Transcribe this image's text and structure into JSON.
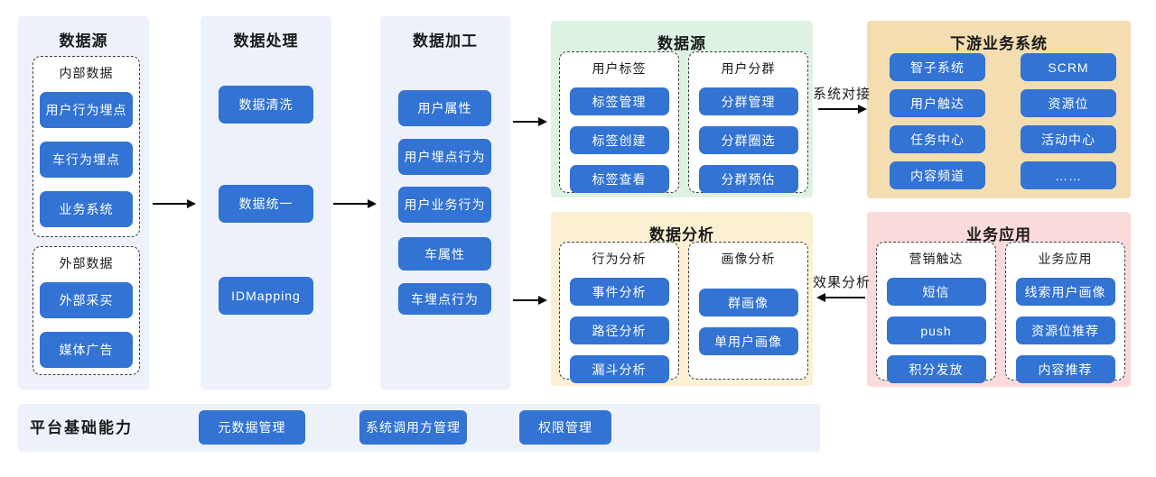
{
  "colors": {
    "node_blue": "#3273D4",
    "panel_blue": "#EDF1FA",
    "green": "#DEF2E4",
    "orange": "#F4DDB0",
    "yellow": "#FCF0D3",
    "pink": "#FBDADB",
    "ink": "#1A1A1A",
    "dash": "#3C3C3C",
    "arrow": "#0B0B0B"
  },
  "panels": {
    "data_source": {
      "title": "数据源",
      "groups": [
        {
          "label": "内部数据",
          "items": [
            "用户行为埋点",
            "车行为埋点",
            "业务系统"
          ]
        },
        {
          "label": "外部数据",
          "items": [
            "外部采买",
            "媒体广告"
          ]
        }
      ]
    },
    "data_processing": {
      "title": "数据处理",
      "items": [
        "数据清洗",
        "数据统一",
        "IDMapping"
      ]
    },
    "data_refining": {
      "title": "数据加工",
      "items": [
        "用户属性",
        "用户埋点行为",
        "用户业务行为",
        "车属性",
        "车埋点行为"
      ]
    },
    "cdp": {
      "title": "数据源",
      "groups": [
        {
          "label": "用户标签",
          "items": [
            "标签管理",
            "标签创建",
            "标签查看"
          ]
        },
        {
          "label": "用户分群",
          "items": [
            "分群管理",
            "分群圈选",
            "分群预估"
          ]
        }
      ]
    },
    "downstream": {
      "title": "下游业务系统",
      "items": [
        "智子系统",
        "SCRM",
        "用户触达",
        "资源位",
        "任务中心",
        "活动中心",
        "内容频道",
        "……"
      ]
    },
    "analysis": {
      "title": "数据分析",
      "groups": [
        {
          "label": "行为分析",
          "items": [
            "事件分析",
            "路径分析",
            "漏斗分析"
          ]
        },
        {
          "label": "画像分析",
          "items": [
            "群画像",
            "单用户画像"
          ]
        }
      ]
    },
    "business": {
      "title": "业务应用",
      "groups": [
        {
          "label": "营销触达",
          "items": [
            "短信",
            "push",
            "积分发放"
          ]
        },
        {
          "label": "业务应用",
          "items": [
            "线索用户画像",
            "资源位推荐",
            "内容推荐"
          ]
        }
      ]
    }
  },
  "arrows": {
    "system_integration": "系统对接",
    "effect_analysis": "效果分析"
  },
  "footer": {
    "title": "平台基础能力",
    "items": [
      "元数据管理",
      "系统调用方管理",
      "权限管理"
    ]
  }
}
